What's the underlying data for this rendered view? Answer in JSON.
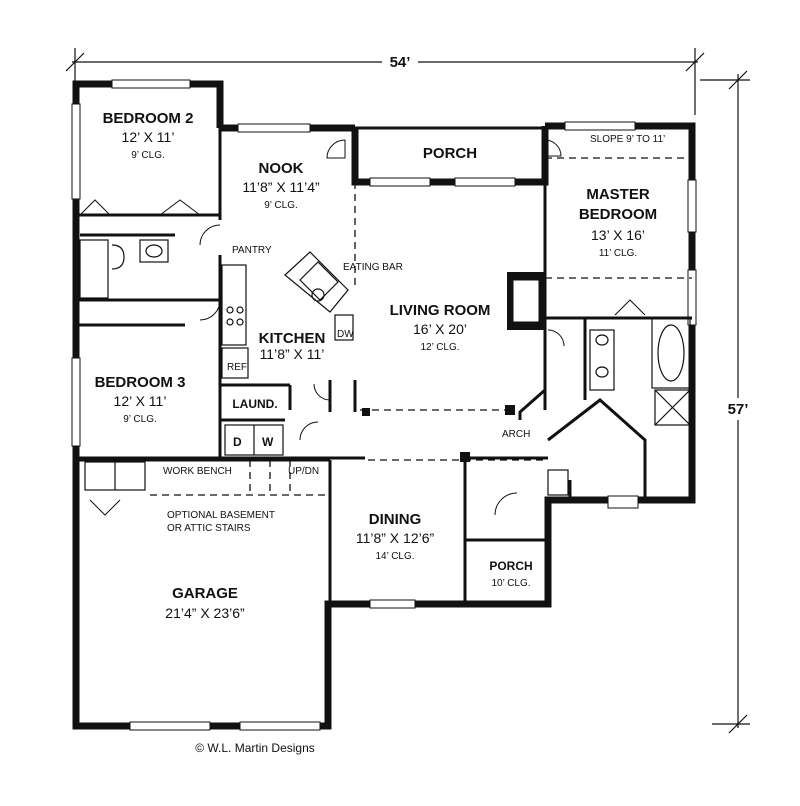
{
  "overall_width": "54’",
  "overall_depth": "57’",
  "rooms": {
    "bedroom2": {
      "name": "BEDROOM 2",
      "size": "12’ X 11’",
      "clg": "9’ CLG."
    },
    "nook": {
      "name": "NOOK",
      "size": "11’8” X 11’4”",
      "clg": "9’ CLG."
    },
    "porch_rear": {
      "name": "PORCH"
    },
    "master": {
      "name1": "MASTER",
      "name2": "BEDROOM",
      "size": "13’ X 16’",
      "clg": "11’ CLG."
    },
    "living": {
      "name": "LIVING ROOM",
      "size": "16’ X 20’",
      "clg": "12’ CLG."
    },
    "kitchen": {
      "name": "KITCHEN",
      "size": "11’8” X 11’"
    },
    "bedroom3": {
      "name": "BEDROOM 3",
      "size": "12’ X 11’",
      "clg": "9’ CLG."
    },
    "laundry": {
      "name": "LAUND."
    },
    "dining": {
      "name": "DINING",
      "size": "11’8” X 12’6”",
      "clg": "14’ CLG."
    },
    "porch_front": {
      "name": "PORCH",
      "clg": "10’ CLG."
    },
    "garage": {
      "name": "GARAGE",
      "size": "21’4” X 23’6”"
    }
  },
  "labels": {
    "slope": "SLOPE 9’ TO 11’",
    "pantry": "PANTRY",
    "eating_bar": "EATING BAR",
    "dw": "DW",
    "ref": "REF",
    "washer": "W",
    "dryer": "D",
    "arch": "ARCH",
    "work_bench": "WORK BENCH",
    "updn": "UP/DN",
    "optional_stairs_1": "OPTIONAL BASEMENT",
    "optional_stairs_2": "OR ATTIC STAIRS"
  },
  "copyright": "© W.L. Martin Designs"
}
